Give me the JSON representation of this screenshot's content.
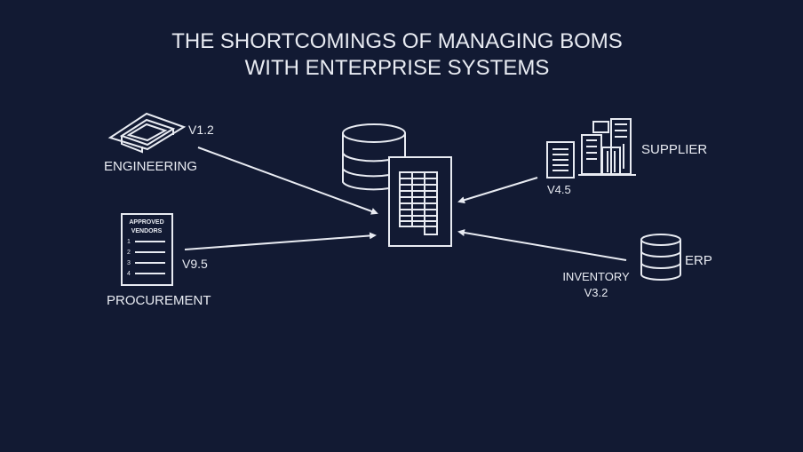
{
  "title": {
    "line1": "THE SHORTCOMINGS OF MANAGING BOMS",
    "line2": "WITH ENTERPRISE SYSTEMS"
  },
  "nodes": {
    "engineering": {
      "label": "ENGINEERING",
      "version": "V1.2",
      "icon": "tray-icon"
    },
    "procurement": {
      "label": "PROCUREMENT",
      "version": "V9.5",
      "icon": "document-list-icon",
      "doc_title1": "APPROVED",
      "doc_title2": "VENDORS",
      "doc_items": [
        "1",
        "2",
        "3",
        "4"
      ]
    },
    "supplier": {
      "label": "SUPPLIER",
      "version": "V4.5",
      "icon": "buildings-icon"
    },
    "erp": {
      "label": "ERP",
      "sublabel": "INVENTORY",
      "version": "V3.2",
      "icon": "database-icon"
    },
    "center": {
      "icon": "spreadsheet-database-icon"
    }
  },
  "colors": {
    "background": "#121a33",
    "foreground": "#e8ebf2"
  }
}
